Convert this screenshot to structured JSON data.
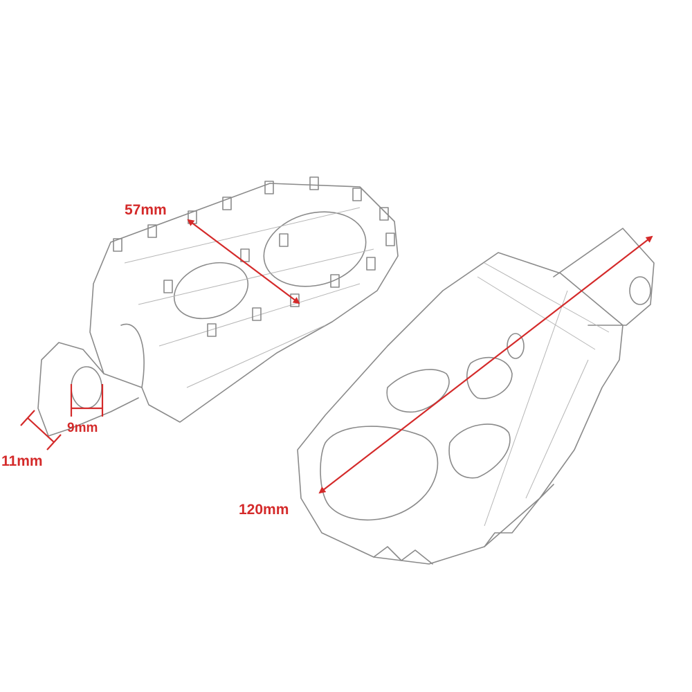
{
  "dimensions": {
    "width_label": "57mm",
    "length_label": "120mm",
    "hole_label": "9mm",
    "mount_label": "11mm"
  },
  "colors": {
    "annotation": "#d42a2a",
    "sketch": "#8a8a8a",
    "background": "#ffffff"
  }
}
